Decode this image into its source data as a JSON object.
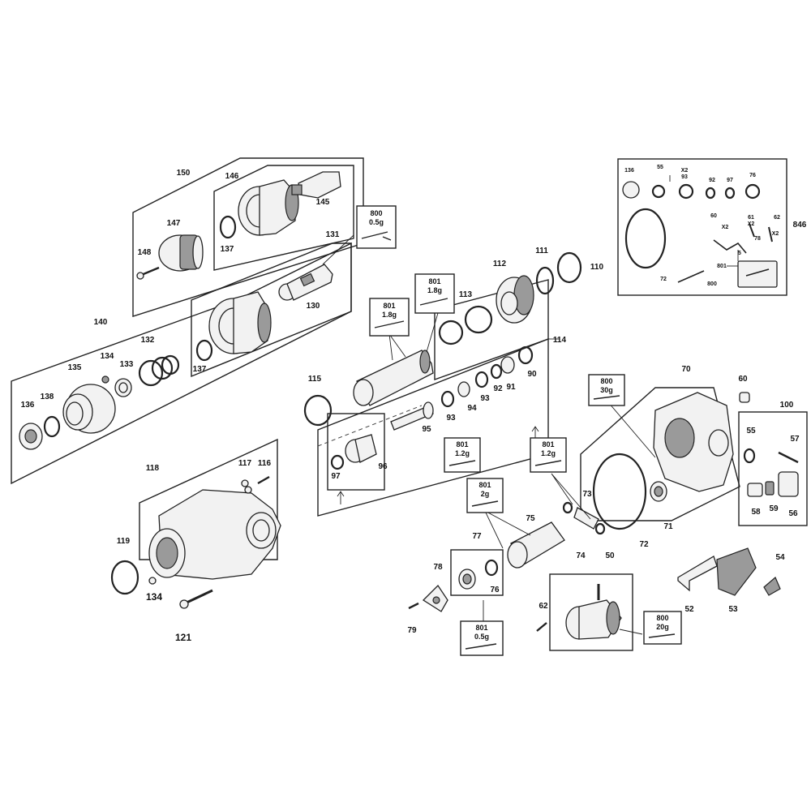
{
  "labels": {
    "150": "150",
    "146": "146",
    "145": "145",
    "147": "147",
    "148": "148",
    "137a": "137",
    "137b": "137",
    "131": "131",
    "130": "130",
    "140": "140",
    "132": "132",
    "134a": "134",
    "133": "133",
    "135": "135",
    "136a": "136",
    "138": "138",
    "118": "118",
    "117": "117",
    "116": "116",
    "119": "119",
    "134b": "134",
    "121": "121",
    "111": "111",
    "112": "112",
    "110": "110",
    "113": "113",
    "114": "114",
    "115": "115",
    "90": "90",
    "91": "91",
    "92": "92",
    "93a": "93",
    "93b": "93",
    "94": "94",
    "95": "95",
    "96": "96",
    "97a": "97",
    "70": "70",
    "60": "60",
    "100": "100",
    "55a": "55",
    "57": "57",
    "58": "58",
    "59": "59",
    "56": "56",
    "72": "72",
    "71": "71",
    "73": "73",
    "74": "74",
    "75": "75",
    "77": "77",
    "76": "76",
    "78": "78",
    "79": "79",
    "50": "50",
    "62a": "62",
    "52": "52",
    "53": "53",
    "54": "54",
    "136b": "136",
    "55b": "55",
    "93c": "93",
    "92b": "92",
    "97b": "97",
    "76b": "76",
    "60b": "60",
    "61": "61",
    "62b": "62",
    "78b": "78",
    "5": "5",
    "72b": "72",
    "801inset": "801",
    "800inset": "800",
    "846": "846",
    "x2a": "X2",
    "x2b": "X2",
    "x2c": "X2",
    "x2d": "X2"
  },
  "grease_boxes": [
    {
      "id": "g1",
      "code": "800",
      "amount": "0.5g"
    },
    {
      "id": "g2",
      "code": "801",
      "amount": "1.8g"
    },
    {
      "id": "g3",
      "code": "801",
      "amount": "1.8g"
    },
    {
      "id": "g4",
      "code": "800",
      "amount": "30g"
    },
    {
      "id": "g5",
      "code": "801",
      "amount": "1.2g"
    },
    {
      "id": "g6",
      "code": "801",
      "amount": "1.2g"
    },
    {
      "id": "g7",
      "code": "801",
      "amount": "2g"
    },
    {
      "id": "g8",
      "code": "801",
      "amount": "0.5g"
    },
    {
      "id": "g9",
      "code": "800",
      "amount": "20g"
    }
  ],
  "colors": {
    "line": "#222222",
    "fill_light": "#f2f2f2",
    "fill_dark": "#9a9a9a",
    "background": "#ffffff"
  }
}
